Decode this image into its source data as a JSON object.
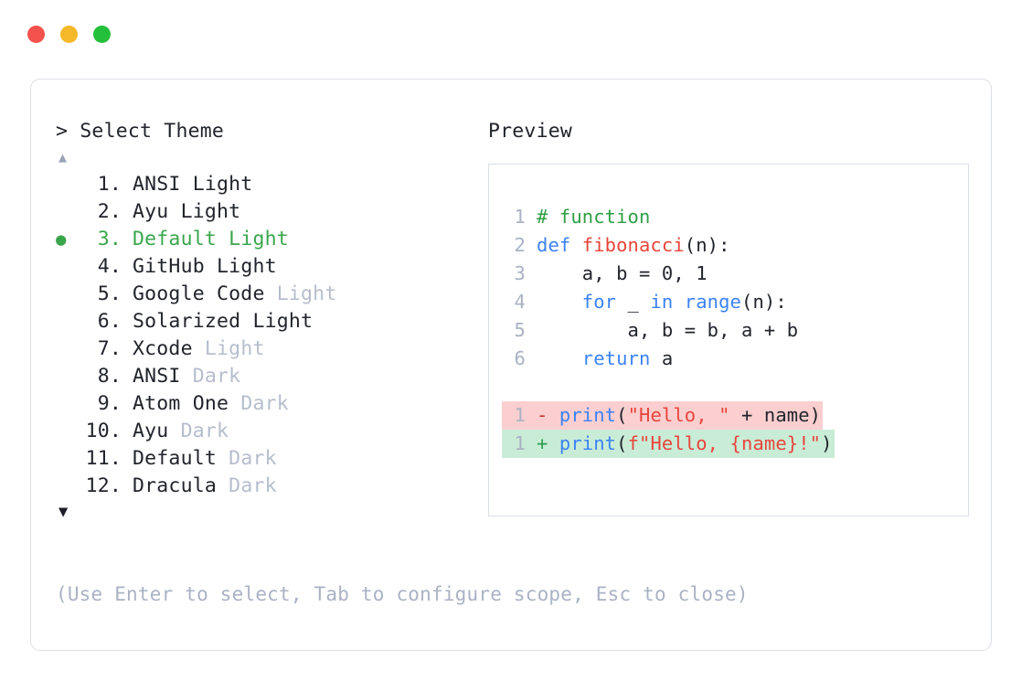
{
  "window": {
    "dots": [
      {
        "name": "close",
        "color": "#f4524d"
      },
      {
        "name": "minimize",
        "color": "#f5b828"
      },
      {
        "name": "maximize",
        "color": "#24c03b"
      }
    ]
  },
  "left": {
    "prompt": "> Select Theme",
    "scroll_up": "▲",
    "scroll_down": "▼",
    "selected_index": 3,
    "bullet": "●",
    "items": [
      {
        "num": "1.",
        "name": "ANSI",
        "variant": "Light",
        "variant_muted": false,
        "selected": false
      },
      {
        "num": "2.",
        "name": "Ayu",
        "variant": "Light",
        "variant_muted": false,
        "selected": false
      },
      {
        "num": "3.",
        "name": "Default",
        "variant": "Light",
        "variant_muted": false,
        "selected": true
      },
      {
        "num": "4.",
        "name": "GitHub",
        "variant": "Light",
        "variant_muted": false,
        "selected": false
      },
      {
        "num": "5.",
        "name": "Google Code",
        "variant": "Light",
        "variant_muted": true,
        "selected": false
      },
      {
        "num": "6.",
        "name": "Solarized",
        "variant": "Light",
        "variant_muted": false,
        "selected": false
      },
      {
        "num": "7.",
        "name": "Xcode",
        "variant": "Light",
        "variant_muted": true,
        "selected": false
      },
      {
        "num": "8.",
        "name": "ANSI",
        "variant": "Dark",
        "variant_muted": true,
        "selected": false
      },
      {
        "num": "9.",
        "name": "Atom One",
        "variant": "Dark",
        "variant_muted": true,
        "selected": false
      },
      {
        "num": "10.",
        "name": "Ayu",
        "variant": "Dark",
        "variant_muted": true,
        "selected": false
      },
      {
        "num": "11.",
        "name": "Default",
        "variant": "Dark",
        "variant_muted": true,
        "selected": false
      },
      {
        "num": "12.",
        "name": "Dracula",
        "variant": "Dark",
        "variant_muted": true,
        "selected": false
      }
    ],
    "hint": "(Use Enter to select, Tab to configure scope, Esc to close)"
  },
  "right": {
    "preview_label": "Preview",
    "code_lines": [
      {
        "ln": "1",
        "tokens": [
          {
            "t": "# function",
            "c": "comment"
          }
        ]
      },
      {
        "ln": "2",
        "tokens": [
          {
            "t": "def ",
            "c": "kw"
          },
          {
            "t": "fibonacci",
            "c": "fn"
          },
          {
            "t": "(n):",
            "c": "plain"
          }
        ]
      },
      {
        "ln": "3",
        "tokens": [
          {
            "t": "    a, b = ",
            "c": "plain"
          },
          {
            "t": "0",
            "c": "num"
          },
          {
            "t": ", ",
            "c": "plain"
          },
          {
            "t": "1",
            "c": "num"
          }
        ]
      },
      {
        "ln": "4",
        "tokens": [
          {
            "t": "    ",
            "c": "plain"
          },
          {
            "t": "for",
            "c": "kw"
          },
          {
            "t": " _ ",
            "c": "plain"
          },
          {
            "t": "in",
            "c": "kw"
          },
          {
            "t": " ",
            "c": "plain"
          },
          {
            "t": "range",
            "c": "kw"
          },
          {
            "t": "(n):",
            "c": "plain"
          }
        ]
      },
      {
        "ln": "5",
        "tokens": [
          {
            "t": "        a, b = b, a + b",
            "c": "plain"
          }
        ]
      },
      {
        "ln": "6",
        "tokens": [
          {
            "t": "    ",
            "c": "plain"
          },
          {
            "t": "return",
            "c": "kw"
          },
          {
            "t": " a",
            "c": "plain"
          }
        ]
      }
    ],
    "diff_lines": [
      {
        "ln": "1",
        "kind": "del",
        "marker": "-",
        "tokens": [
          {
            "t": "print",
            "c": "kw"
          },
          {
            "t": "(",
            "c": "plain"
          },
          {
            "t": "\"Hello, \"",
            "c": "str"
          },
          {
            "t": " + name)",
            "c": "plain"
          }
        ]
      },
      {
        "ln": "1",
        "kind": "add",
        "marker": "+",
        "tokens": [
          {
            "t": "print",
            "c": "kw"
          },
          {
            "t": "(",
            "c": "plain"
          },
          {
            "t": "f\"Hello, {name}!\"",
            "c": "str"
          },
          {
            "t": ")",
            "c": "plain"
          }
        ]
      }
    ]
  },
  "colors": {
    "accent_green": "#3aa64c",
    "muted": "#b6bdcc",
    "diff_del_bg": "#fbcfcf",
    "diff_add_bg": "#c9ecd7",
    "border": "#dcdfe5"
  }
}
